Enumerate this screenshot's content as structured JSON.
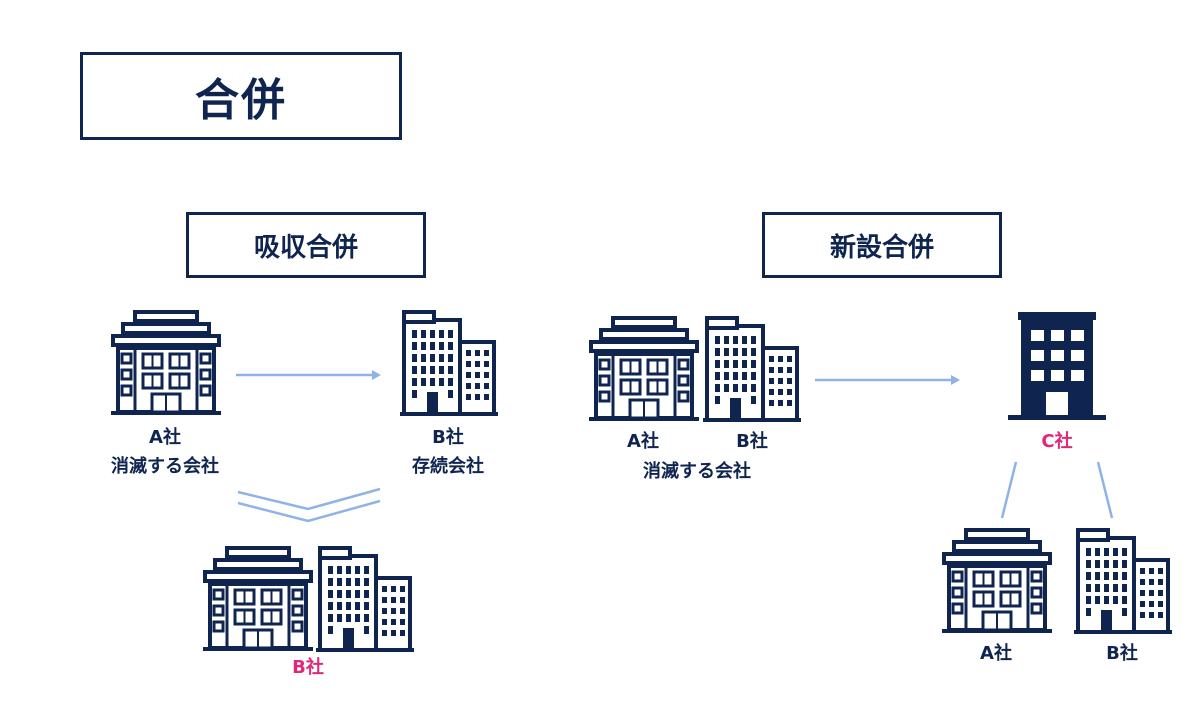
{
  "title": "合併",
  "absorption": {
    "heading": "吸収合併",
    "company_a": "A社",
    "company_a_role": "消滅する会社",
    "company_b": "B社",
    "company_b_role": "存続会社",
    "result": "B社"
  },
  "consolidation": {
    "heading": "新設合併",
    "company_a": "A社",
    "company_b": "B社",
    "disappearing_role": "消滅する会社",
    "new_company": "C社",
    "child_a": "A社",
    "child_b": "B社"
  },
  "colors": {
    "navy": "#0f2550",
    "arrow": "#8fb3e6",
    "accent_pink": "#e0287a"
  }
}
